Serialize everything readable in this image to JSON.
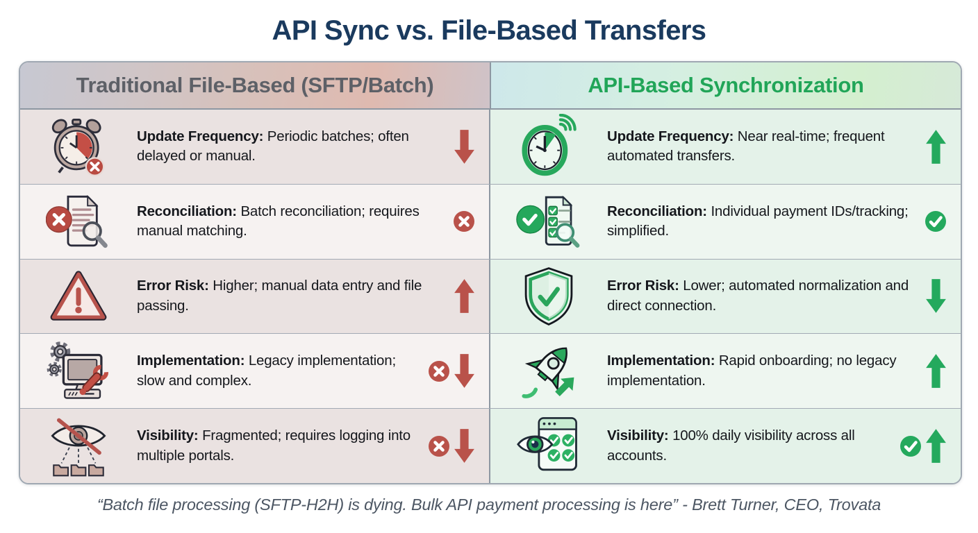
{
  "title": "API Sync vs. File-Based Transfers",
  "columns": [
    {
      "id": "file-based",
      "header": "Traditional File-Based (SFTP/Batch)"
    },
    {
      "id": "api-based",
      "header": "API-Based Synchronization"
    }
  ],
  "rows": [
    {
      "left": {
        "icon": "alarm-clock-error-icon",
        "label": "Update Frequency:",
        "text": "Periodic batches; often delayed or manual.",
        "indicators": [
          "arrow-down"
        ]
      },
      "right": {
        "icon": "realtime-clock-signal-icon",
        "label": "Update Frequency:",
        "text": "Near real-time; frequent automated transfers.",
        "indicators": [
          "arrow-up"
        ]
      }
    },
    {
      "left": {
        "icon": "document-error-magnifier-icon",
        "label": "Reconciliation:",
        "text": "Batch reconciliation; requires manual matching.",
        "indicators": [
          "x-badge"
        ]
      },
      "right": {
        "icon": "checklist-magnifier-icon",
        "label": "Reconciliation:",
        "text": "Individual payment IDs/tracking; simplified.",
        "indicators": [
          "check-badge"
        ]
      }
    },
    {
      "left": {
        "icon": "warning-triangle-icon",
        "label": "Error Risk:",
        "text": "Higher; manual data entry and file passing.",
        "indicators": [
          "arrow-up"
        ]
      },
      "right": {
        "icon": "shield-check-icon",
        "label": "Error Risk:",
        "text": "Lower; automated normalization and direct connection.",
        "indicators": [
          "arrow-down"
        ]
      }
    },
    {
      "left": {
        "icon": "legacy-computer-wrench-icon",
        "label": "Implementation:",
        "text": "Legacy implementation; slow and complex.",
        "indicators": [
          "x-badge",
          "arrow-down"
        ]
      },
      "right": {
        "icon": "rocket-launch-icon",
        "label": "Implementation:",
        "text": "Rapid onboarding; no legacy implementation.",
        "indicators": [
          "arrow-up"
        ]
      }
    },
    {
      "left": {
        "icon": "hidden-eye-folders-icon",
        "label": "Visibility:",
        "text": "Fragmented; requires logging into multiple portals.",
        "indicators": [
          "x-badge",
          "arrow-down"
        ]
      },
      "right": {
        "icon": "eye-dashboard-checks-icon",
        "label": "Visibility:",
        "text": "100% daily visibility across all accounts.",
        "indicators": [
          "check-badge",
          "arrow-up"
        ]
      }
    }
  ],
  "quote": "“Batch file processing (SFTP-H2H) is dying. Bulk API payment processing is here” - Brett Turner, CEO, Trovata",
  "colors": {
    "title": "#1a3a5e",
    "file_header_text": "#5d6067",
    "api_header_text": "#21a558",
    "body_text": "#15171c",
    "negative": "#b9524a",
    "positive": "#24a95d",
    "quote_text": "#4c5663"
  }
}
